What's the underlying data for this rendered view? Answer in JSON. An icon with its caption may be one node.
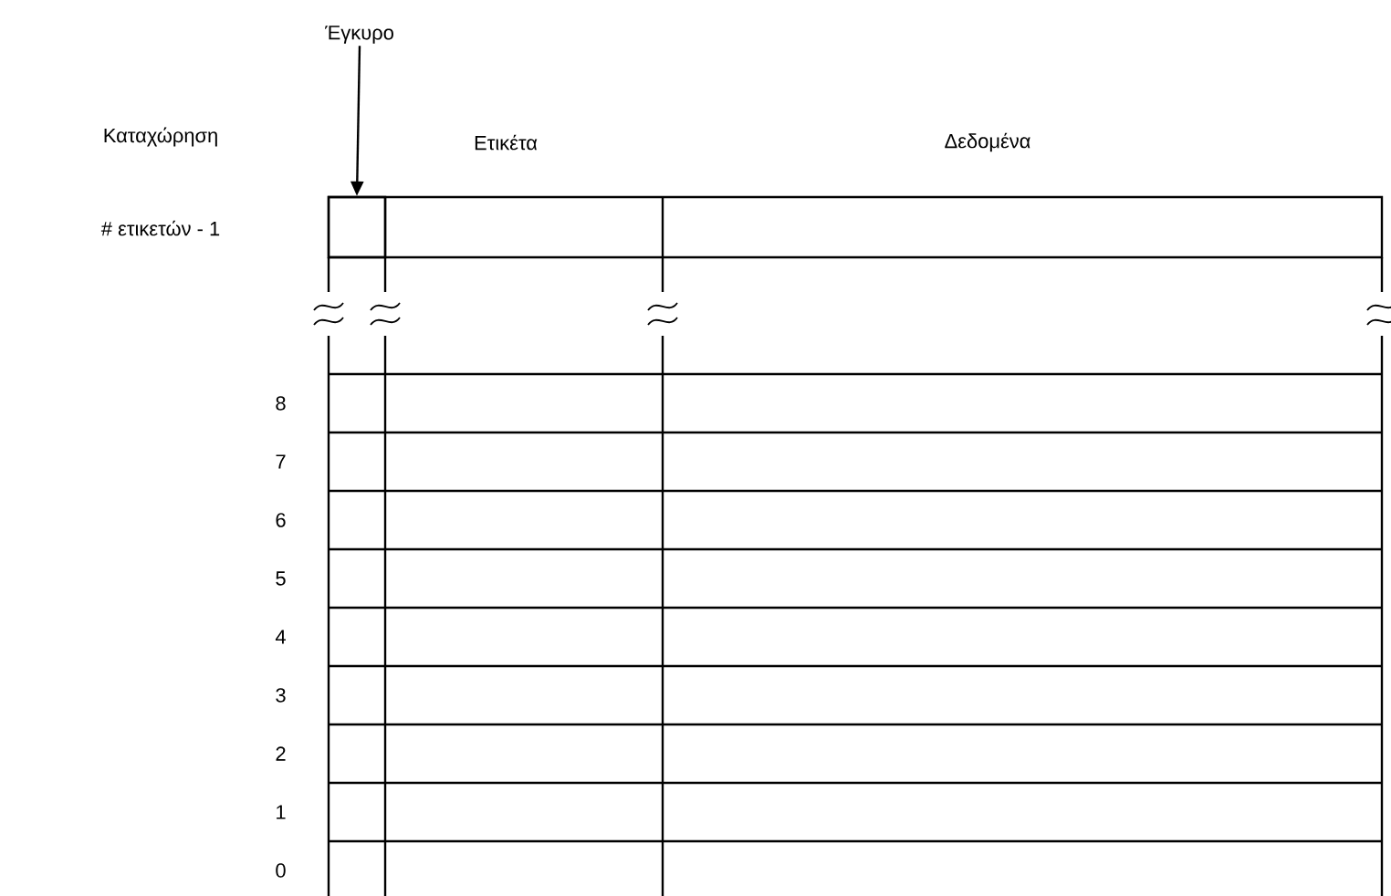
{
  "diagram": {
    "nodes": [
      {
        "text": [
          "Έγκυρο"
        ]
      },
      {
        "text": [],
        "shape": "box"
      }
    ],
    "edges": [
      {
        "from": 0,
        "to": 1,
        "arrow": "to"
      }
    ],
    "labels": [
      "Καταχώρηση",
      "Ετικέτα",
      "Δεδομένα",
      "# ετικετών - 1",
      "8",
      "7",
      "6",
      "5",
      "4",
      "3",
      "2",
      "1",
      "0"
    ]
  }
}
